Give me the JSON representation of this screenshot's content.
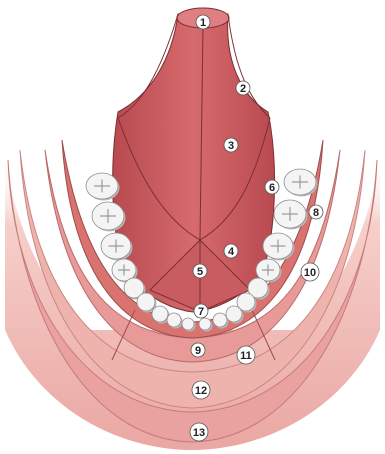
{
  "colors": {
    "background": "#ffffff",
    "tongue": "#c9555a",
    "tongue_dark": "#b2474d",
    "tongue_light": "#e08a8a",
    "gum": "#e4a3a3",
    "mucosa": "#f0b5b0",
    "mucosa_pale": "#f8d6d2",
    "tooth": "#f4f4f4",
    "tooth_shadow": "#b9b9b9",
    "outline": "#7a2f33",
    "label_fill": "#ffffff"
  },
  "labels": [
    "1",
    "2",
    "3",
    "4",
    "5",
    "6",
    "7",
    "8",
    "9",
    "10",
    "11",
    "12",
    "13"
  ]
}
